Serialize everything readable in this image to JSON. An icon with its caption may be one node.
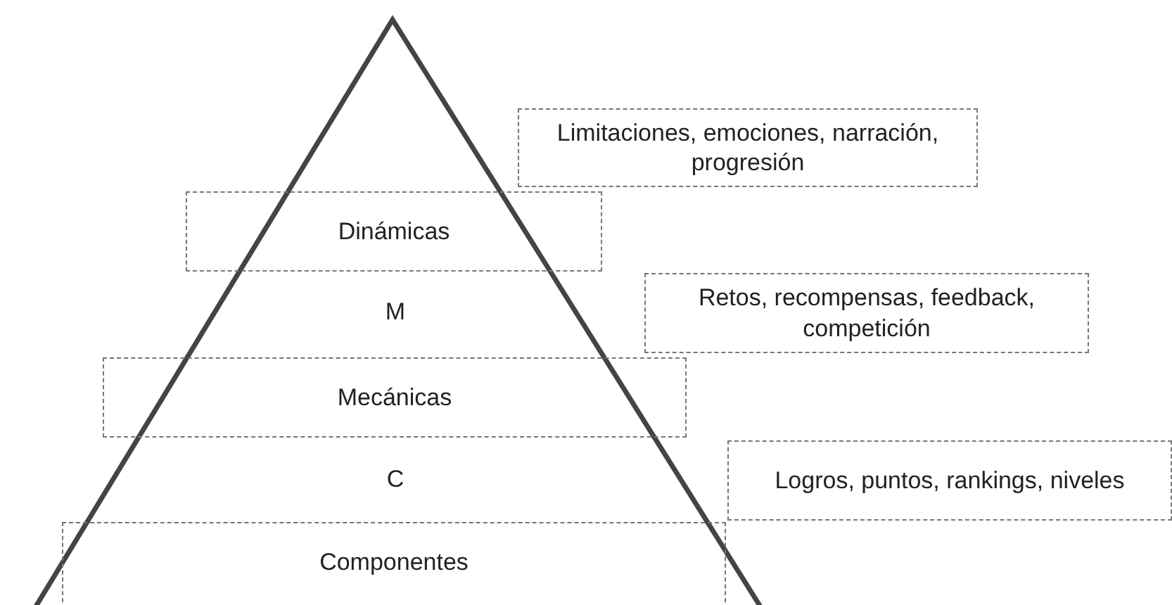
{
  "diagram": {
    "nodes": [
      {
        "text": [
          "Limitaciones, emociones, narración, progresión"
        ]
      },
      {
        "text": [
          "Dinámicas"
        ]
      },
      {
        "text": [
          "Retos, recompensas, feedback, competición"
        ]
      },
      {
        "text": [
          "Mecánicas"
        ]
      },
      {
        "text": [
          "Logros, puntos, rankings, niveles"
        ]
      },
      {
        "text": [
          "Componentes"
        ]
      }
    ],
    "labels": [
      "M",
      "C"
    ]
  }
}
